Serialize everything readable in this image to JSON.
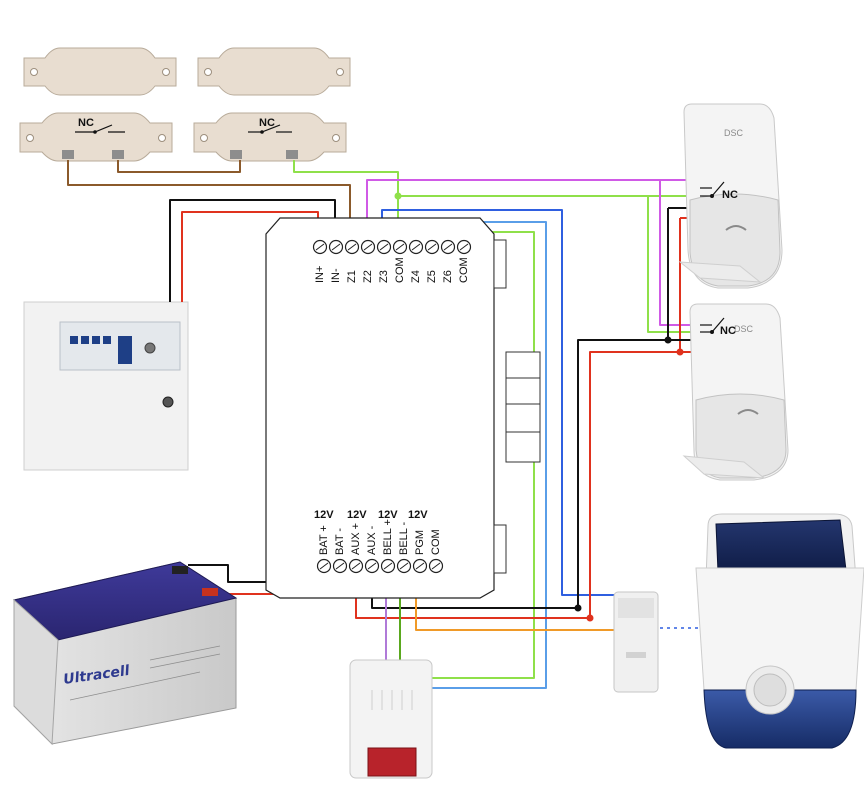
{
  "board": {
    "top_terminals": [
      "IN+",
      "IN-",
      "Z1",
      "Z2",
      "Z3",
      "COM",
      "Z4",
      "Z5",
      "Z6",
      "COM"
    ],
    "bottom_terminals": [
      "BAT +",
      "BAT -",
      "AUX +",
      "AUX -",
      "BELL +",
      "BELL -",
      "PGM",
      "COM"
    ],
    "voltage_labels": [
      "12V",
      "12V",
      "12V",
      "12V"
    ]
  },
  "contacts": {
    "nc_labels": [
      "NC",
      "NC"
    ]
  },
  "pir_sensors": {
    "brand": [
      "DSC",
      "DSC"
    ],
    "nc_labels": [
      "NC",
      "NC"
    ]
  },
  "battery": {
    "brand": "Ultracell"
  },
  "colors": {
    "black": "#111111",
    "red": "#e0321e",
    "brown": "#8b5a2b",
    "magenta": "#d05ae6",
    "light_green": "#8fe04a",
    "green": "#5aa81e",
    "blue": "#2f5fe0",
    "light_blue": "#5a9ee8",
    "orange": "#f09a28",
    "purple": "#b07ad8"
  }
}
